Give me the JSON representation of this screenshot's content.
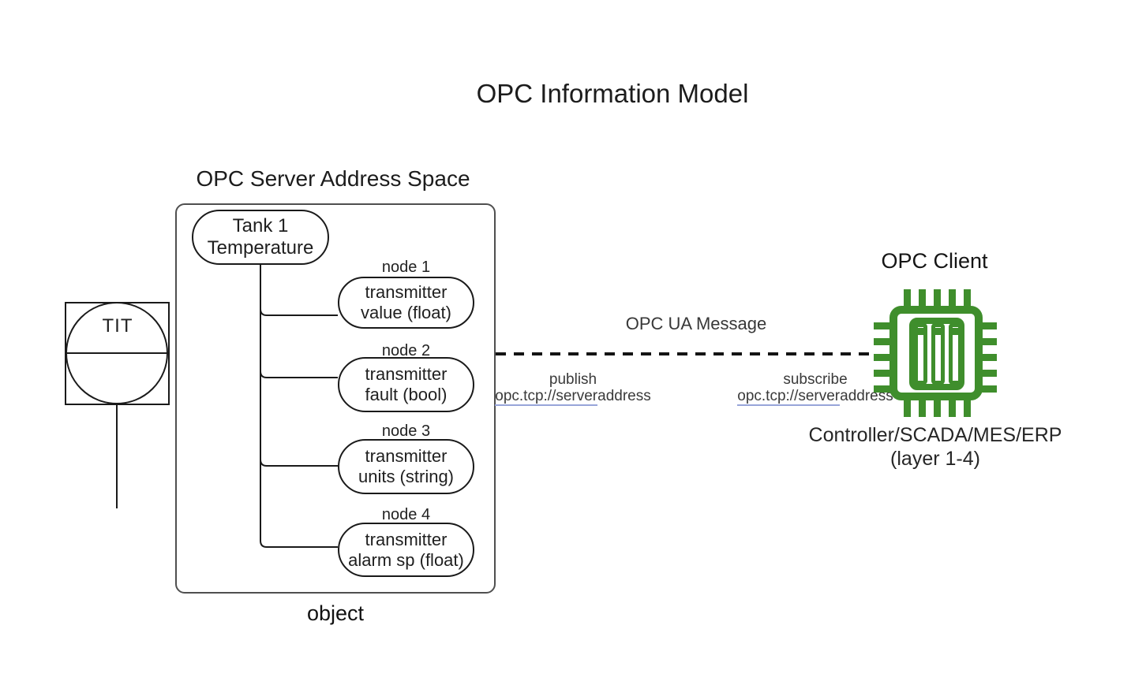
{
  "title": "OPC Information Model",
  "server": {
    "heading": "OPC Server Address Space",
    "root_node": {
      "line1": "Tank 1",
      "line2": "Temperature"
    },
    "nodes": [
      {
        "label": "node 1",
        "line1": "transmitter",
        "line2": "value (float)"
      },
      {
        "label": "node 2",
        "line1": "transmitter",
        "line2": "fault (bool)"
      },
      {
        "label": "node 3",
        "line1": "transmitter",
        "line2": "units (string)"
      },
      {
        "label": "node 4",
        "line1": "transmitter",
        "line2": "alarm sp (float)"
      }
    ],
    "caption": "object"
  },
  "instrument": {
    "tag": "TIT"
  },
  "message": {
    "label": "OPC UA Message",
    "publish": {
      "action": "publish",
      "address_linked": "opc.tcp://server",
      "address_rest": "address"
    },
    "subscribe": {
      "action": "subscribe",
      "address_linked": "opc.tcp://server",
      "address_rest": "address"
    }
  },
  "client": {
    "heading": "OPC Client",
    "caption_line1": "Controller/SCADA/MES/ERP",
    "caption_line2": "(layer 1-4)",
    "icon": "chip-icon"
  },
  "colors": {
    "accent_green": "#3f8e2c",
    "link_underline": "#97a5d9",
    "box_border": "#4f4f4f",
    "line_black": "#1a1a1a"
  }
}
